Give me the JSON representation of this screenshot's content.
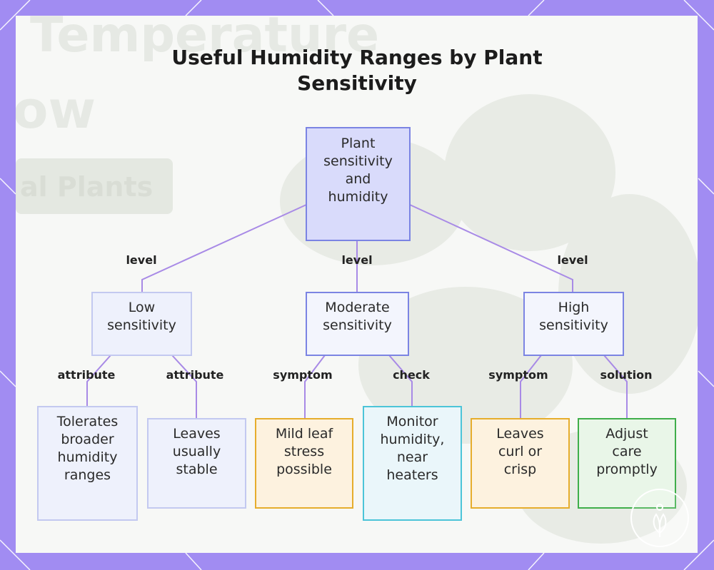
{
  "title": "Useful Humidity Ranges by Plant Sensitivity",
  "colors": {
    "frame": "#a18cf2",
    "edge": "#a88ae6",
    "root_fill": "#d9dbfb",
    "root_border": "#7b84e3",
    "low_fill": "#eef1fc",
    "low_border": "#c3c9f0",
    "mod_fill": "#f3f5fd",
    "mod_border": "#7b84e3",
    "orange_fill": "#fdf2df",
    "orange_border": "#e6ad2c",
    "teal_fill": "#eaf6fa",
    "teal_border": "#4cc4d8",
    "green_fill": "#e9f6e8",
    "green_border": "#3fae4a"
  },
  "background": {
    "word1": "Temperature",
    "word2": "ow",
    "word3": "al Plants"
  },
  "nodes": {
    "root": "Plant\nsensitivity\nand\nhumidity",
    "low": "Low\nsensitivity",
    "moderate": "Moderate\nsensitivity",
    "high": "High\nsensitivity",
    "tolerates": "Tolerates\nbroader\nhumidity\nranges",
    "leaves_stable": "Leaves\nusually\nstable",
    "mild_stress": "Mild leaf\nstress\npossible",
    "monitor": "Monitor\nhumidity,\nnear\nheaters",
    "leaves_curl": "Leaves\ncurl or\ncrisp",
    "adjust": "Adjust\ncare\npromptly"
  },
  "edge_labels": {
    "root_low": "level",
    "root_moderate": "level",
    "root_high": "level",
    "low_tolerates": "attribute",
    "low_stable": "attribute",
    "mod_mild": "symptom",
    "mod_monitor": "check",
    "high_curl": "symptom",
    "high_adjust": "solution"
  },
  "icons": {
    "badge": "plant-badge-icon"
  }
}
